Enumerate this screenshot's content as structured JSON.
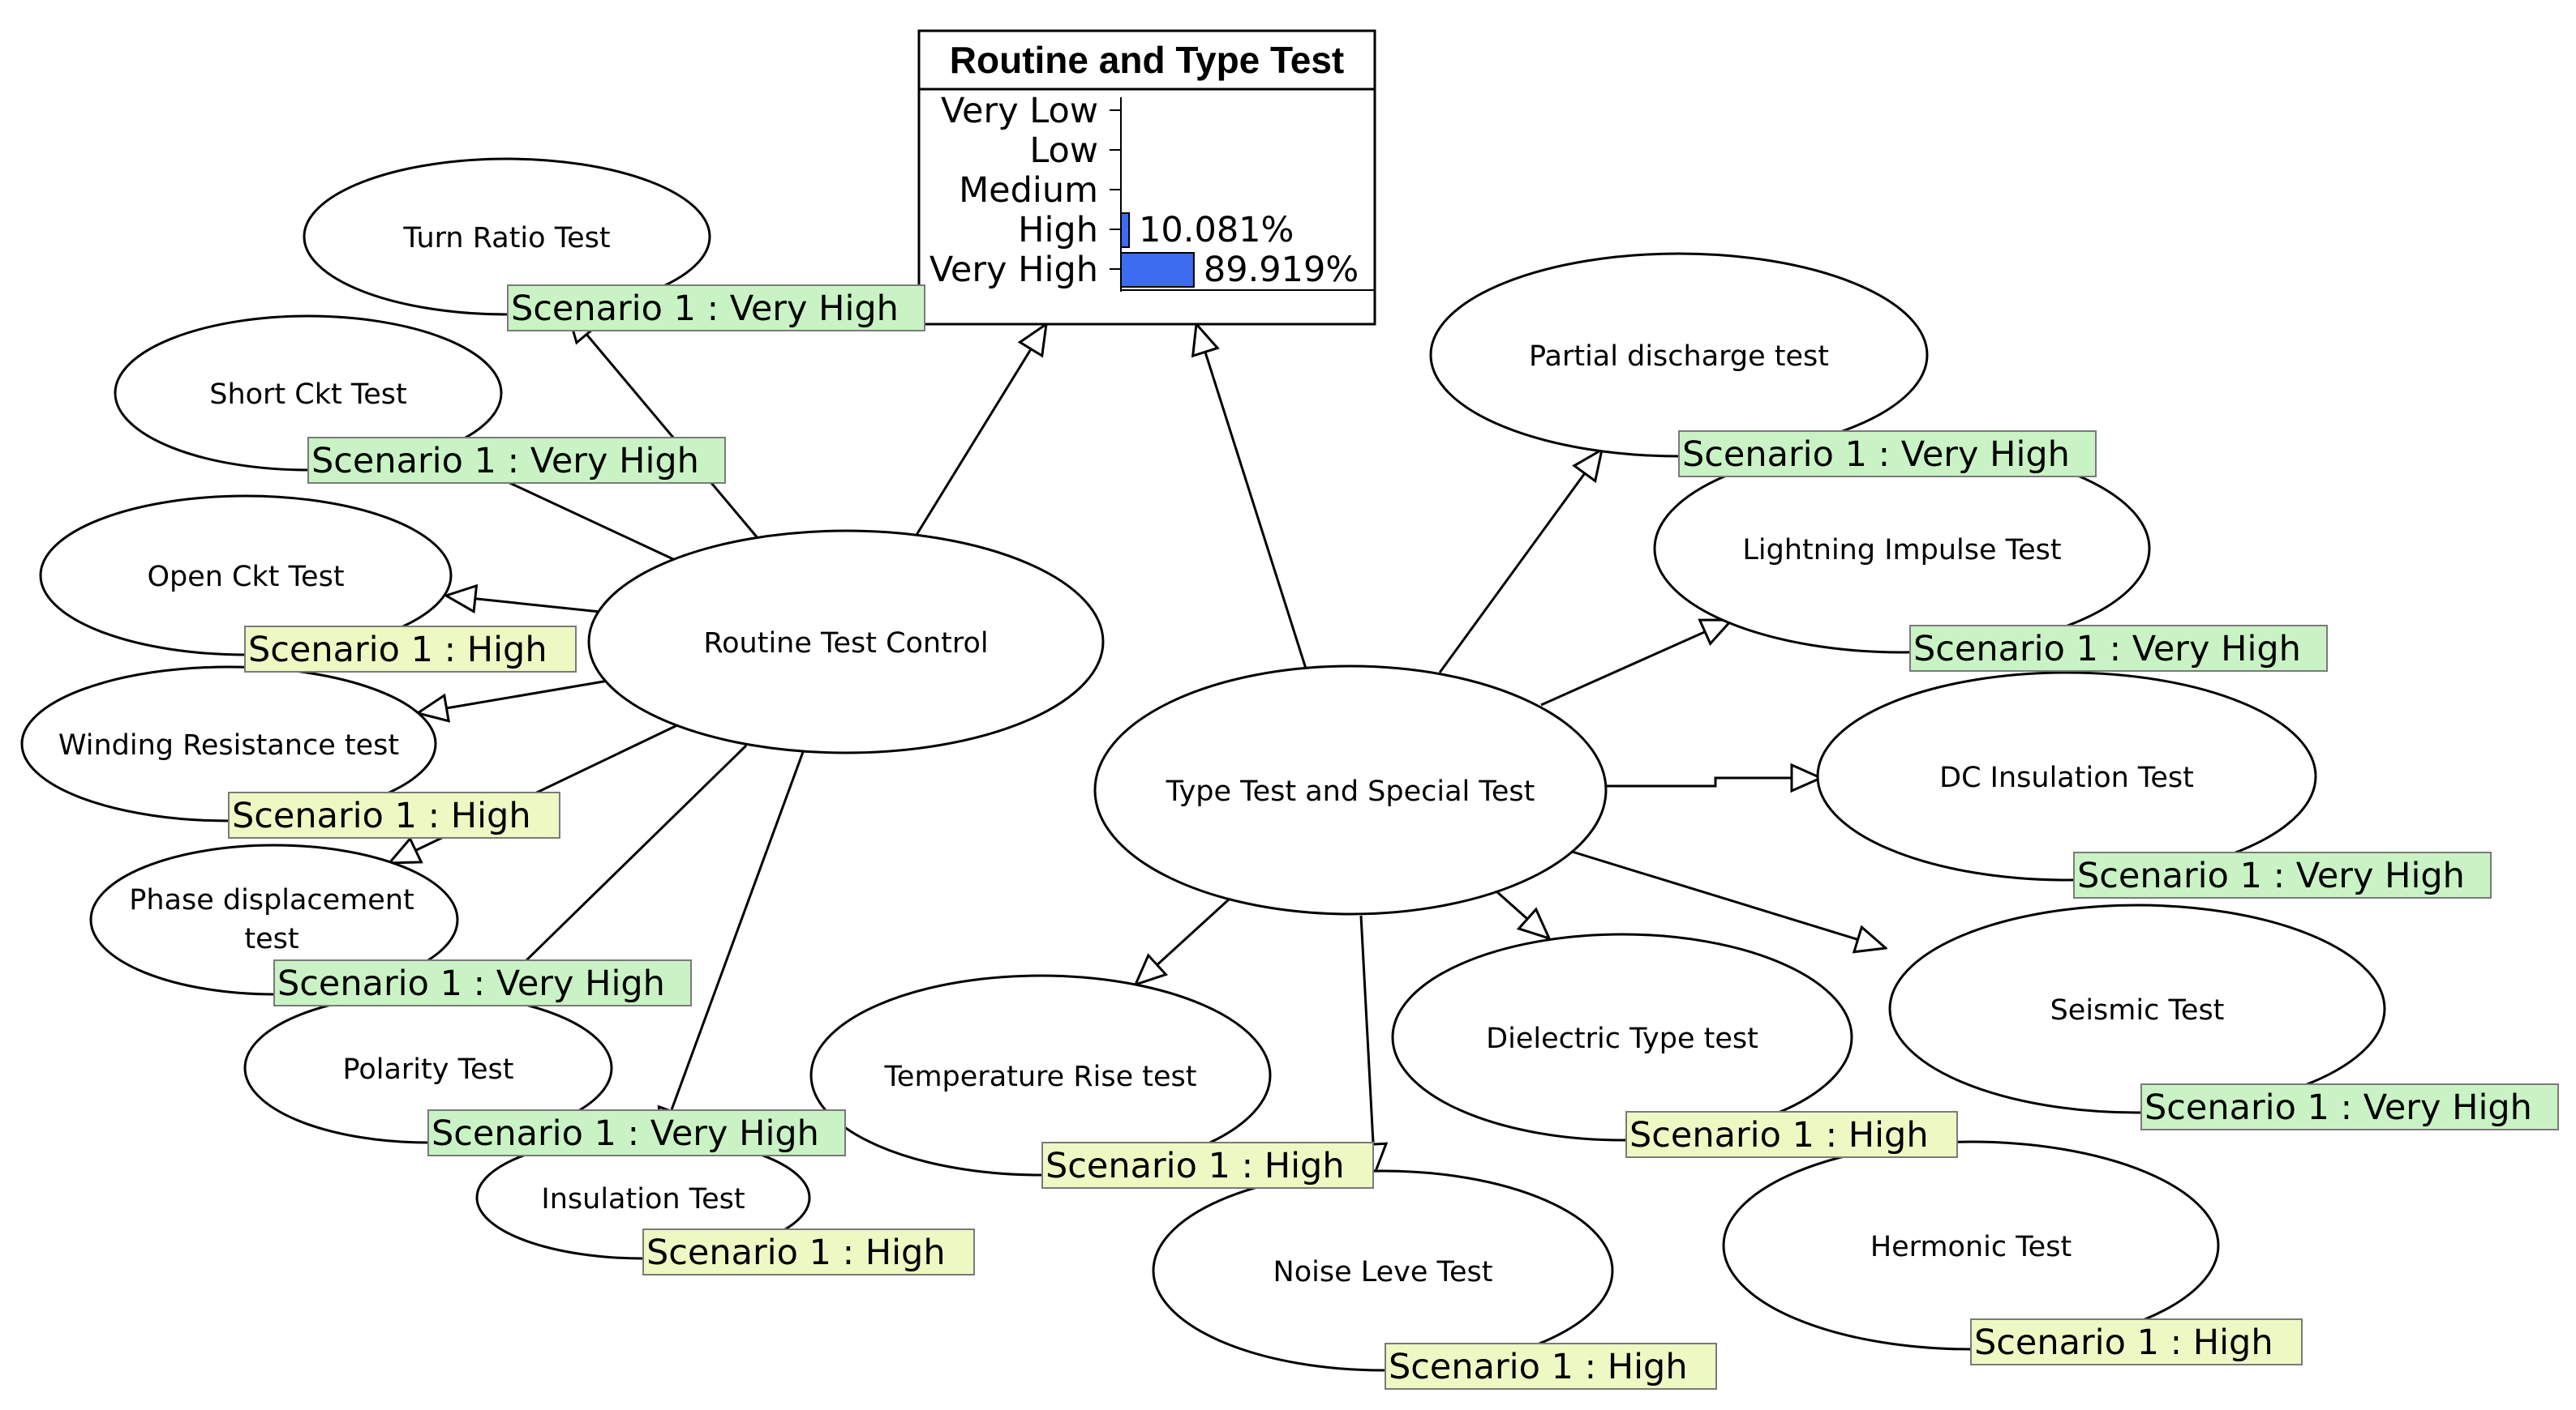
{
  "colors": {
    "tag_very_high": "#c9f3c4",
    "tag_high": "#eef8c3",
    "bar": "#3c6cf0",
    "edge": "#000000"
  },
  "panel": {
    "title": "Routine and Type Test",
    "states": [
      {
        "label": "Very Low",
        "value": 0,
        "pct": ""
      },
      {
        "label": "Low",
        "value": 0,
        "pct": ""
      },
      {
        "label": "Medium",
        "value": 0,
        "pct": ""
      },
      {
        "label": "High",
        "value": 10.081,
        "pct": "10.081%"
      },
      {
        "label": "Very High",
        "value": 89.919,
        "pct": "89.919%"
      }
    ]
  },
  "nodes": {
    "turn_ratio": {
      "label": "Turn Ratio Test",
      "tag": "Scenario 1 : Very High",
      "level": "very_high"
    },
    "short_ckt": {
      "label": "Short Ckt Test",
      "tag": "Scenario 1 : Very High",
      "level": "very_high"
    },
    "open_ckt": {
      "label": "Open Ckt Test",
      "tag": "Scenario 1 : High",
      "level": "high"
    },
    "winding": {
      "label": "Winding Resistance test",
      "tag": "Scenario 1 : High",
      "level": "high"
    },
    "phase": {
      "label1": "Phase displacement",
      "label2": "test",
      "tag": "Scenario 1 : Very High",
      "level": "very_high"
    },
    "polarity": {
      "label": "Polarity Test",
      "tag": "Scenario 1 : Very High",
      "level": "very_high"
    },
    "insulation": {
      "label": "Insulation Test",
      "tag": "Scenario 1 : High",
      "level": "high"
    },
    "routine": {
      "label": "Routine Test Control"
    },
    "type_special": {
      "label": "Type Test and Special Test"
    },
    "partial": {
      "label": "Partial discharge test",
      "tag": "Scenario 1 : Very High",
      "level": "very_high"
    },
    "lightning": {
      "label": "Lightning Impulse Test",
      "tag": "Scenario 1 : Very High",
      "level": "very_high"
    },
    "dc_ins": {
      "label": "DC Insulation Test",
      "tag": "Scenario 1 : Very High",
      "level": "very_high"
    },
    "seismic": {
      "label": "Seismic Test",
      "tag": "Scenario 1 : Very High",
      "level": "very_high"
    },
    "dielectric": {
      "label": "Dielectric Type test",
      "tag": "Scenario 1 : High",
      "level": "high"
    },
    "temperature": {
      "label": "Temperature Rise test",
      "tag": "Scenario 1 : High",
      "level": "high"
    },
    "noise": {
      "label": "Noise Leve Test",
      "tag": "Scenario 1 : High",
      "level": "high"
    },
    "hermonic": {
      "label": "Hermonic Test",
      "tag": "Scenario 1 : High",
      "level": "high"
    }
  }
}
